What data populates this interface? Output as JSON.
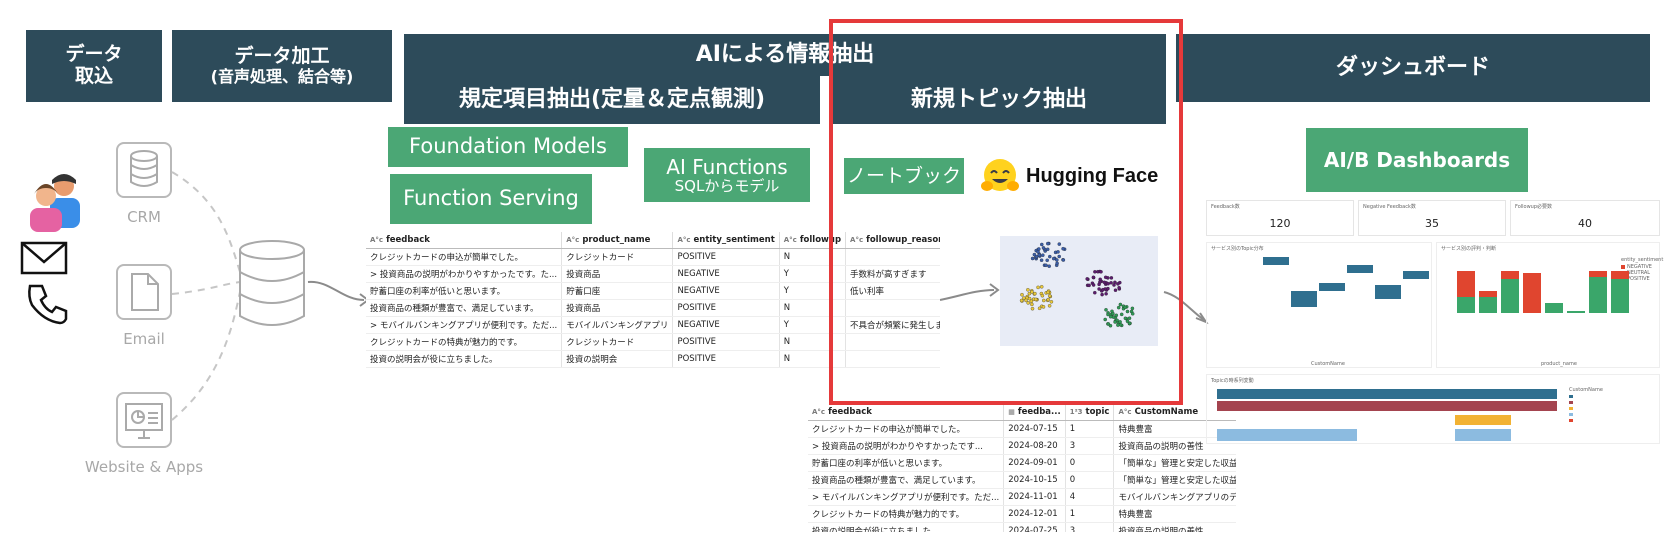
{
  "headers": {
    "ingest": [
      "データ",
      "取込"
    ],
    "process_title": "データ加工",
    "process_sub": "(音声処理、結合等)",
    "ai_extract": "AIによる情報抽出",
    "fixed_items": "規定項目抽出(定量＆定点観測)",
    "new_topics": "新規トピック抽出",
    "dashboard": "ダッシュボード"
  },
  "tools": {
    "foundation_models": "Foundation Models",
    "function_serving": "Function Serving",
    "ai_functions": "AI Functions",
    "ai_functions_sub": "SQLからモデル",
    "notebook": "ノートブック",
    "hugging_face": "Hugging Face",
    "aibi": "AI/B Dashboards"
  },
  "sources": {
    "crm": "CRM",
    "email": "Email",
    "web": "Website & Apps"
  },
  "table1": {
    "columns": [
      "feedback",
      "product_name",
      "entity_sentiment",
      "followup",
      "followup_reason"
    ],
    "rows": [
      [
        "クレジットカードの申込が簡単でした。",
        "クレジットカード",
        "POSITIVE",
        "N",
        ""
      ],
      [
        "> 投資商品の説明がわかりやすかったです。た...",
        "投資商品",
        "NEGATIVE",
        "Y",
        "手数料が高すぎます"
      ],
      [
        "貯蓄口座の利率が低いと思います。",
        "貯蓄口座",
        "NEGATIVE",
        "Y",
        "低い利率"
      ],
      [
        "投資商品の種類が豊富で、満足しています。",
        "投資商品",
        "POSITIVE",
        "N",
        ""
      ],
      [
        "> モバイルバンキングアプリが便利です。ただ...",
        "モバイルバンキングアプリ",
        "NEGATIVE",
        "Y",
        "不具合が頻繁に発生します"
      ],
      [
        "クレジットカードの特典が魅力的です。",
        "クレジットカード",
        "POSITIVE",
        "N",
        ""
      ],
      [
        "投資の説明会が役に立ちました。",
        "投資の説明会",
        "POSITIVE",
        "N",
        ""
      ]
    ]
  },
  "table2": {
    "columns": [
      "feedback",
      "feedba...",
      "topic",
      "CustomName"
    ],
    "rows": [
      [
        "クレジットカードの申込が簡単でした。",
        "2024-07-15",
        "1",
        "特典豊富"
      ],
      [
        "> 投資商品の説明がわかりやすかったです...",
        "2024-08-20",
        "3",
        "投資商品の説明の善性"
      ],
      [
        "貯蓄口座の利率が低いと思います。",
        "2024-09-01",
        "0",
        "「簡単な」管理と安定した収益"
      ],
      [
        "投資商品の種類が豊富で、満足しています。",
        "2024-10-15",
        "0",
        "「簡単な」管理と安定した収益"
      ],
      [
        "> モバイルバンキングアプリが便利です。ただ...",
        "2024-11-01",
        "4",
        "モバイルバンキングアプリのデザインについて"
      ],
      [
        "クレジットカードの特典が魅力的です。",
        "2024-12-01",
        "1",
        "特典豊富"
      ],
      [
        "投資の説明会が役に立ちました。",
        "2024-07-25",
        "3",
        "投資商品の説明の善性"
      ]
    ]
  },
  "kpis": [
    {
      "label": "Feedback数",
      "value": "120"
    },
    {
      "label": "Negative Feedback数",
      "value": "35"
    },
    {
      "label": "Followup必要数",
      "value": "40"
    }
  ],
  "dashboard_labels": {
    "chart1_title": "サービス別のTopic分布",
    "chart2_title": "サービス別の評判・判断",
    "chart3_title": "Topicの時系列変動",
    "chart1_xlabel": "CustomName",
    "chart2_xlabel": "product_name",
    "legend_title": "entity_sentiment",
    "legend_items": [
      "NEGATIVE",
      "NEUTRAL",
      "POSITIVE"
    ],
    "legend3_title": "CustomName"
  },
  "colors": {
    "header": "#2d4b5a",
    "green": "#4ba775",
    "highlight": "#e5393a"
  }
}
